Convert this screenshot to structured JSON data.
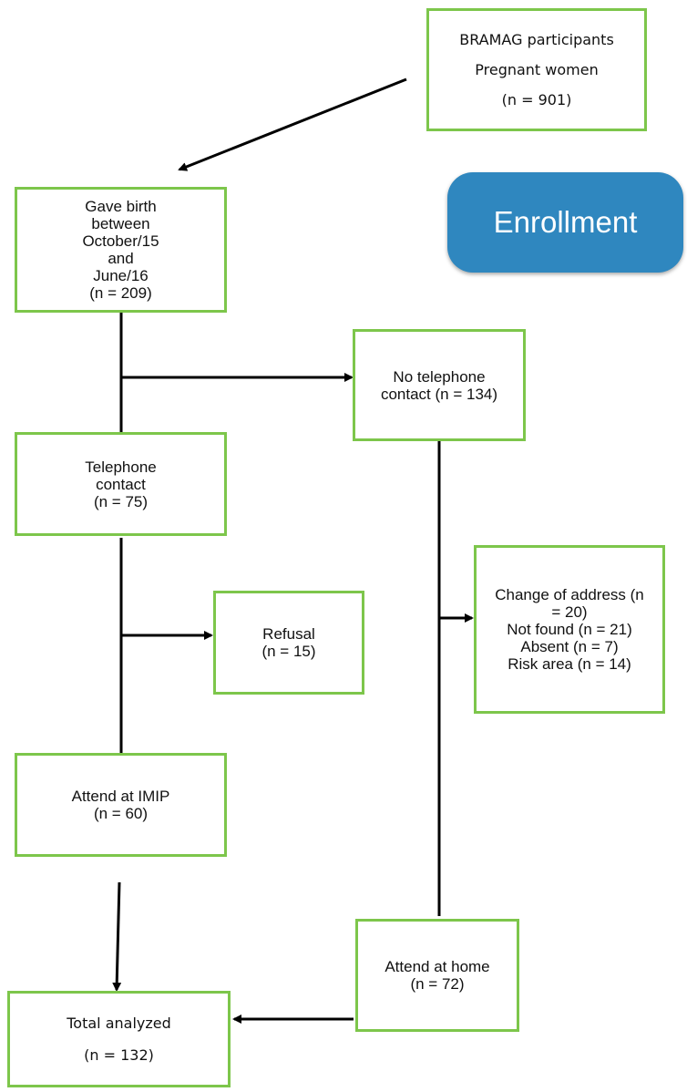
{
  "boxes": {
    "participants": {
      "lines": [
        "BRAMAG participants",
        "Pregnant women",
        "(n = 901)"
      ]
    },
    "gave_birth": {
      "lines": [
        "Gave birth",
        "between",
        "October/15",
        "and",
        "June/16",
        "(n = 209)"
      ]
    },
    "no_telephone": {
      "lines": [
        "No telephone",
        "contact (n = 134)"
      ]
    },
    "telephone": {
      "lines": [
        "Telephone",
        "contact",
        "(n = 75)"
      ]
    },
    "refusal": {
      "lines": [
        "Refusal",
        "(n = 15)"
      ]
    },
    "reasons": {
      "lines": [
        "Change of address (n",
        "= 20)",
        "Not found (n = 21)",
        "Absent (n = 7)",
        "Risk area (n = 14)"
      ]
    },
    "attend_imip": {
      "lines": [
        "Attend at IMIP",
        "(n = 60)"
      ]
    },
    "attend_home": {
      "lines": [
        "Attend at home",
        "(n = 72)"
      ]
    },
    "total": {
      "lines": [
        "Total analyzed",
        "(n = 132)"
      ]
    }
  },
  "enrollment_badge": "Enrollment",
  "colors": {
    "box_border": "#7dc64b",
    "badge": "#2f87bf",
    "connector": "#000000"
  }
}
